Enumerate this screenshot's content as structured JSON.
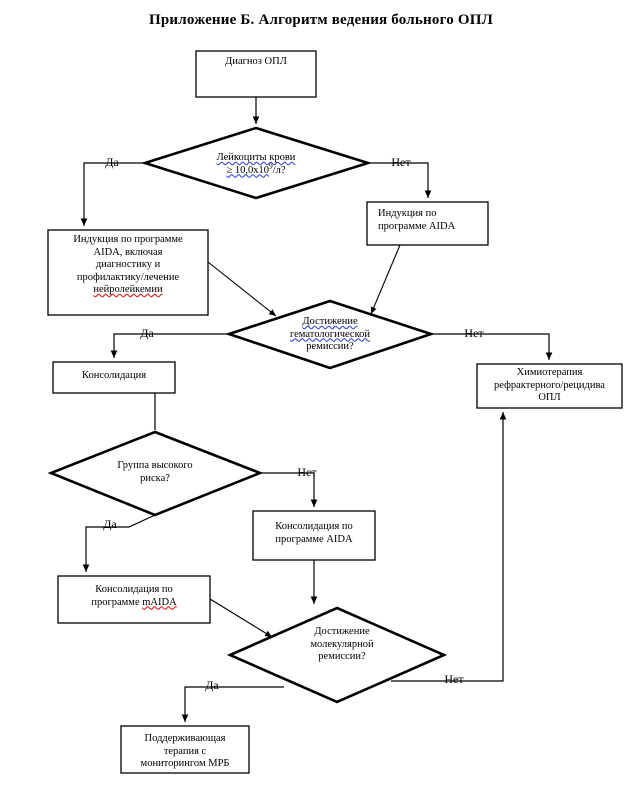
{
  "page": {
    "title": "Приложение Б. Алгоритм ведения больного ОПЛ",
    "colors": {
      "background": "#ffffff",
      "stroke": "#000000",
      "spellcheck_blue": "#3a49d6",
      "spellcheck_red": "#e01b1b"
    }
  },
  "nodes": {
    "diagnosis": {
      "type": "process",
      "lines": [
        "Диагноз ОПЛ"
      ]
    },
    "wbc_decision": {
      "type": "decision",
      "lines": [
        "Лейкоциты крови",
        "≥ 10,0х10",
        "9",
        "/л?"
      ],
      "line1": "Лейкоциты крови",
      "line2_prefix": "≥ 10,0х10",
      "line2_sup": "9",
      "line2_suffix": "/л?"
    },
    "induction_full": {
      "type": "process",
      "line1": "Индукция по программе",
      "line2": "AIDA, включая",
      "line3": "диагностику и",
      "line4": "профилактику/лечение",
      "line5": "нейролейкемии"
    },
    "induction_aida": {
      "type": "process",
      "line1": "Индукция по",
      "line2": "программе AIDA"
    },
    "hematologic_remission": {
      "type": "decision",
      "line1": "Достижение",
      "line2": "гематологической",
      "line3": "ремиссии?"
    },
    "chemo_refractory": {
      "type": "process",
      "line1": "Химиотерапия",
      "line2": "рефрактерного/рецидива",
      "line3": "ОПЛ"
    },
    "consolidation": {
      "type": "process",
      "line1": "Консолидация"
    },
    "high_risk": {
      "type": "decision",
      "line1": "Группа высокого",
      "line2": "риска?"
    },
    "consolidation_aida": {
      "type": "process",
      "line1": "Консолидация по",
      "line2": "программе AIDA"
    },
    "consolidation_maida": {
      "type": "process",
      "line1": "Консолидация по",
      "line2_prefix": "программе ",
      "line2_spell": "mAIDA"
    },
    "molecular_remission": {
      "type": "decision",
      "line1": "Достижение",
      "line2": "молекулярной",
      "line3": "ремиссии?"
    },
    "maintenance": {
      "type": "process",
      "line1": "Поддерживающая",
      "line2": "терапия с",
      "line3": "мониторингом МРБ"
    }
  },
  "edge_labels": {
    "wbc_yes": "Да",
    "wbc_no": "Нет",
    "hematologic_yes": "Да",
    "hematologic_no": "Нет",
    "highrisk_yes": "Да",
    "highrisk_no": "Нет",
    "molecular_yes": "Да",
    "molecular_no": "Нет"
  }
}
